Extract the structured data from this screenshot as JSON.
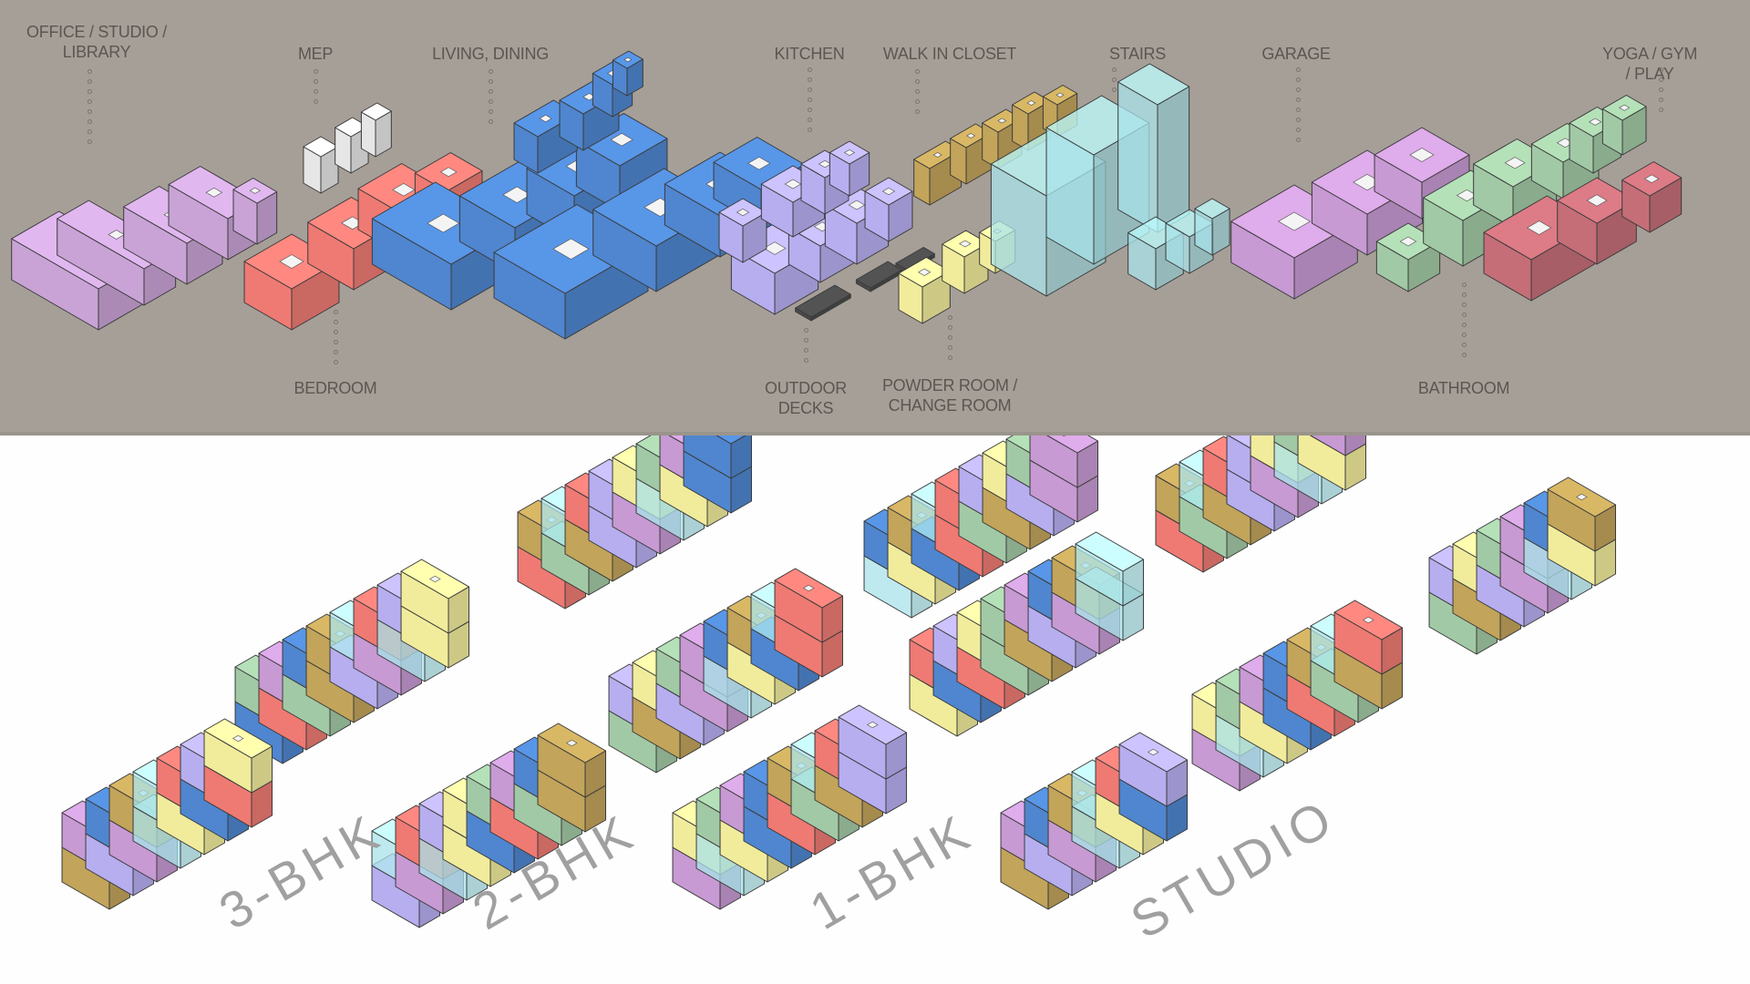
{
  "room_colors": {
    "office": "#c9a3d6",
    "mep": "#e6e6e6",
    "living": "#4f86cf",
    "bedroom": "#ee7a73",
    "kitchen": "#b7aef0",
    "outdoor": "#4a4a4a",
    "closet": "#c2a45a",
    "powder": "#f1ec9c",
    "stairs": "#a8e3ea",
    "garage": "#c79ad3",
    "bathroom": "#a2c9a5",
    "yoga": "#c56e78"
  },
  "legend": {
    "top_labels": [
      {
        "id": "office",
        "text": "OFFICE / STUDIO /\nLIBRARY"
      },
      {
        "id": "mep",
        "text": "MEP"
      },
      {
        "id": "living",
        "text": "LIVING, DINING"
      },
      {
        "id": "kitchen",
        "text": "KITCHEN"
      },
      {
        "id": "closet",
        "text": "WALK IN CLOSET"
      },
      {
        "id": "stairs",
        "text": "STAIRS"
      },
      {
        "id": "garage",
        "text": "GARAGE"
      },
      {
        "id": "yoga",
        "text": "YOGA / GYM / PLAY"
      }
    ],
    "bottom_labels": [
      {
        "id": "bedroom",
        "text": "BEDROOM"
      },
      {
        "id": "outdoor",
        "text": "OUTDOOR\nDECKS"
      },
      {
        "id": "powder",
        "text": "POWDER ROOM /\nCHANGE ROOM"
      },
      {
        "id": "bathroom",
        "text": "BATHROOM"
      }
    ]
  },
  "unit_types": [
    {
      "id": "3bhk",
      "label": "3-BHK"
    },
    {
      "id": "2bhk",
      "label": "2-BHK"
    },
    {
      "id": "1bhk",
      "label": "1-BHK"
    },
    {
      "id": "studio",
      "label": "STUDIO"
    }
  ]
}
